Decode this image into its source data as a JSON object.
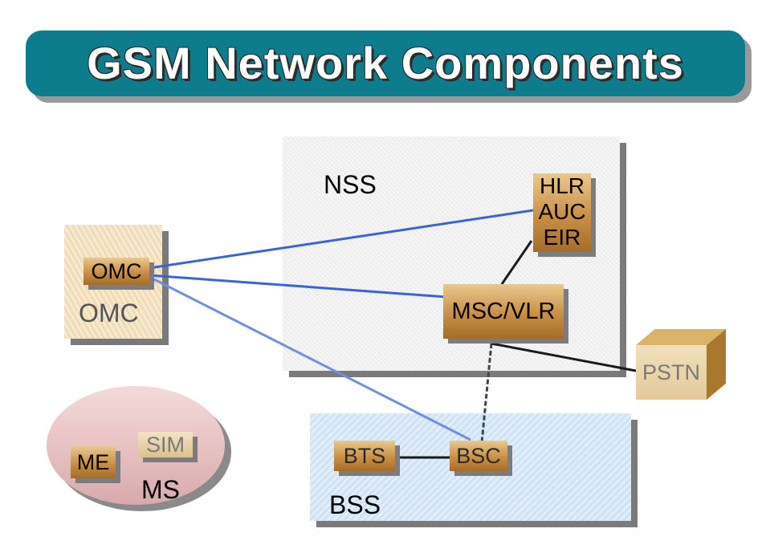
{
  "title": "GSM Network Components",
  "regions": {
    "nss": "NSS",
    "bss": "BSS",
    "omc": "OMC",
    "ms": "MS"
  },
  "components": {
    "hlr": "HLR",
    "auc": "AUC",
    "eir": "EIR",
    "msc_vlr": "MSC/VLR",
    "omc": "OMC",
    "bts": "BTS",
    "bsc": "BSC",
    "me": "ME",
    "sim": "SIM",
    "pstn": "PSTN"
  },
  "colors": {
    "title_bar": "#0d7c8c",
    "omc_link": "#3a63d6",
    "component": "#c98f45"
  }
}
